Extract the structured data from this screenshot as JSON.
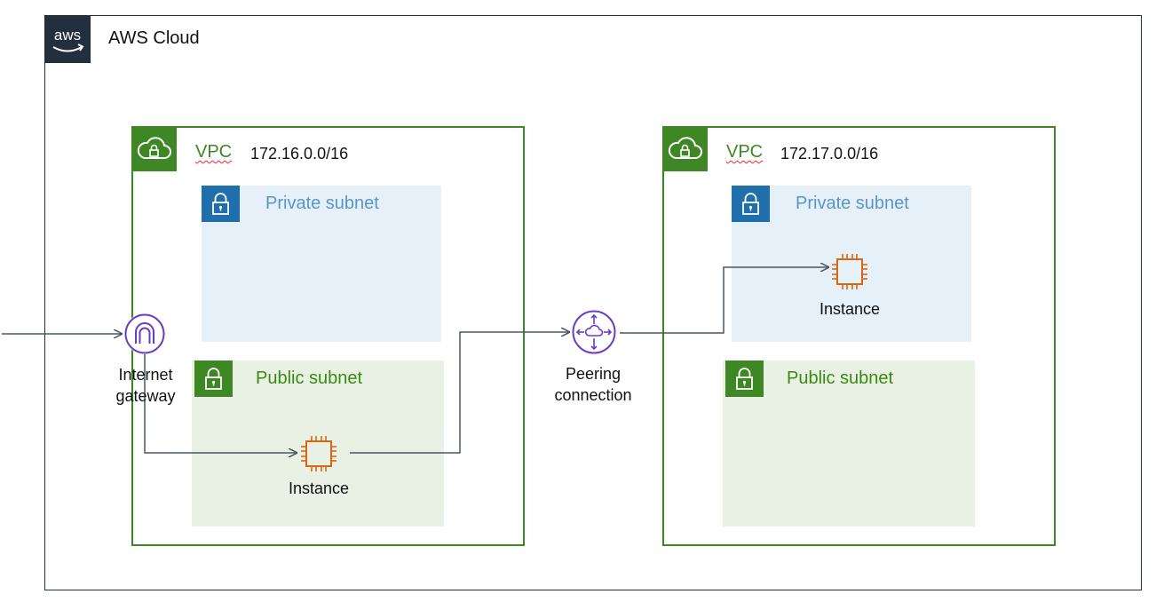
{
  "cloud": {
    "title": "AWS Cloud",
    "logo_text": "aws"
  },
  "vpc_left": {
    "title": "VPC",
    "cidr": "172.16.0.0/16",
    "private_subnet": "Private subnet",
    "public_subnet": "Public subnet",
    "instance": "Instance"
  },
  "vpc_right": {
    "title": "VPC",
    "cidr": "172.17.0.0/16",
    "private_subnet": "Private subnet",
    "public_subnet": "Public subnet",
    "instance": "Instance"
  },
  "internet_gateway": {
    "line1": "Internet",
    "line2": "gateway"
  },
  "peering": {
    "line1": "Peering",
    "line2": "connection"
  },
  "colors": {
    "vpc_green": "#3f8624",
    "private_blue": "#1f6fad",
    "instance_orange": "#d86613",
    "network_purple": "#693cc5",
    "connector": "#4a5563"
  }
}
